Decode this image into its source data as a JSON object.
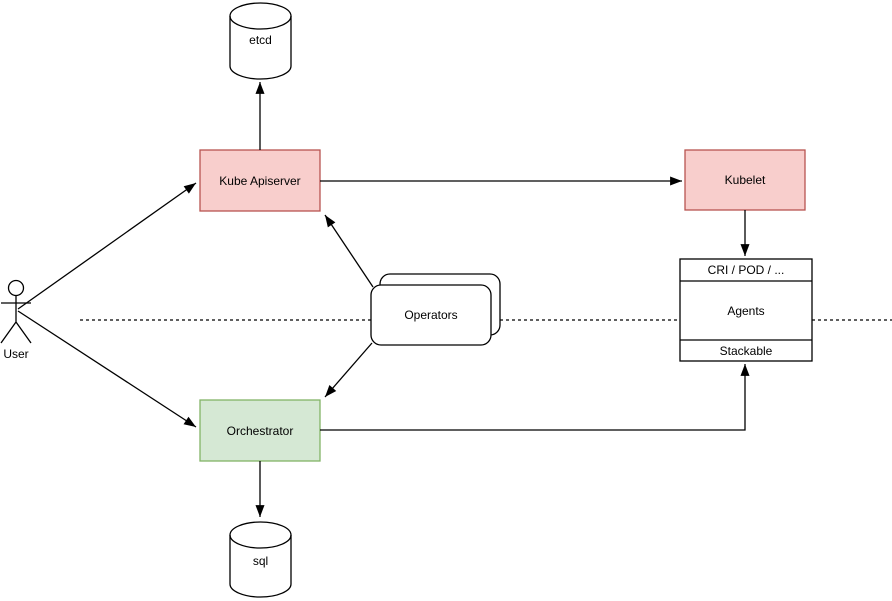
{
  "colors": {
    "background": "#ffffff",
    "line": "#000000",
    "red_fill": "#f8cecc",
    "red_border": "#b85450",
    "green_fill": "#d5e8d4",
    "green_border": "#82b366",
    "white_fill": "#ffffff",
    "black_border": "#000000"
  },
  "nodes": {
    "user": {
      "label": "User",
      "shape": "actor"
    },
    "etcd": {
      "label": "etcd",
      "shape": "cylinder"
    },
    "kube_apiserver": {
      "label": "Kube Apiserver",
      "shape": "rectangle"
    },
    "kubelet": {
      "label": "Kubelet",
      "shape": "rectangle"
    },
    "operators": {
      "label": "Operators",
      "shape": "stacked-rounded-rectangle"
    },
    "agents": {
      "header": "CRI / POD / ...",
      "label": "Agents",
      "footer": "Stackable",
      "shape": "partitioned-rectangle"
    },
    "orchestrator": {
      "label": "Orchestrator",
      "shape": "rectangle"
    },
    "sql": {
      "label": "sql",
      "shape": "cylinder"
    }
  },
  "edges": [
    {
      "from": "user",
      "to": "kube_apiserver"
    },
    {
      "from": "user",
      "to": "orchestrator"
    },
    {
      "from": "kube_apiserver",
      "to": "etcd"
    },
    {
      "from": "kube_apiserver",
      "to": "kubelet"
    },
    {
      "from": "operators",
      "to": "kube_apiserver"
    },
    {
      "from": "operators",
      "to": "orchestrator"
    },
    {
      "from": "kubelet",
      "to": "agents"
    },
    {
      "from": "orchestrator",
      "to": "agents_stackable"
    },
    {
      "from": "orchestrator",
      "to": "sql"
    }
  ],
  "boundary": {
    "style": "dashed-horizontal-line"
  }
}
